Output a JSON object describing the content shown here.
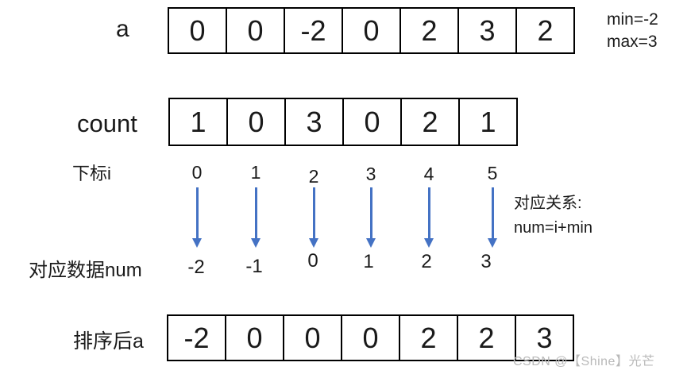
{
  "array_a": {
    "label": "a",
    "cells": [
      "0",
      "0",
      "-2",
      "0",
      "2",
      "3",
      "2"
    ]
  },
  "minmax": {
    "min_label": "min=-2",
    "max_label": "max=3"
  },
  "array_count": {
    "label": "count",
    "cells": [
      "1",
      "0",
      "3",
      "0",
      "2",
      "1"
    ]
  },
  "index_row": {
    "label": "下标i",
    "cells": [
      "0",
      "1",
      "2",
      "3",
      "4",
      "5"
    ]
  },
  "mapping_note": {
    "line1": "对应关系:",
    "line2": "num=i+min"
  },
  "num_row": {
    "label": "对应数据num",
    "cells": [
      "-2",
      "-1",
      "0",
      "1",
      "2",
      "3"
    ]
  },
  "array_sorted": {
    "label": "排序后a",
    "cells": [
      "-2",
      "0",
      "0",
      "0",
      "2",
      "2",
      "3"
    ]
  },
  "watermark": "CSDN @【Shine】光芒",
  "colors": {
    "arrow_blue": "#4472C4",
    "border_black": "#000000",
    "text_black": "#1a1a1a",
    "watermark_gray": "#b9b9b9"
  }
}
